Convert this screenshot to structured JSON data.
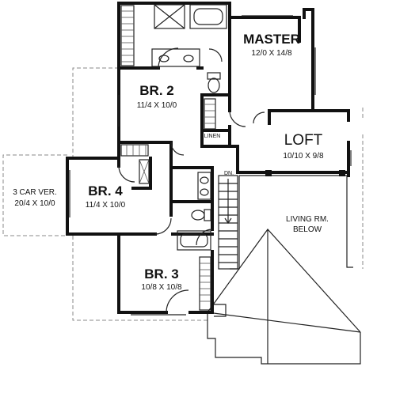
{
  "rooms": {
    "master": {
      "name": "MASTER",
      "dims": "12/0 X 14/8"
    },
    "br2": {
      "name": "BR. 2",
      "dims": "11/4 X 10/0"
    },
    "loft": {
      "name": "LOFT",
      "dims": "10/10 X 9/8"
    },
    "br4": {
      "name": "BR. 4",
      "dims": "11/4 X 10/0"
    },
    "br3": {
      "name": "BR. 3",
      "dims": "10/8 X 10/8"
    },
    "garage": {
      "name": "3 CAR VER.",
      "dims": "20/4 X 10/0"
    },
    "living": {
      "line1": "LIVING RM.",
      "line2": "BELOW"
    }
  },
  "labels": {
    "linen": "LINEN",
    "stair_dir": "DN."
  }
}
